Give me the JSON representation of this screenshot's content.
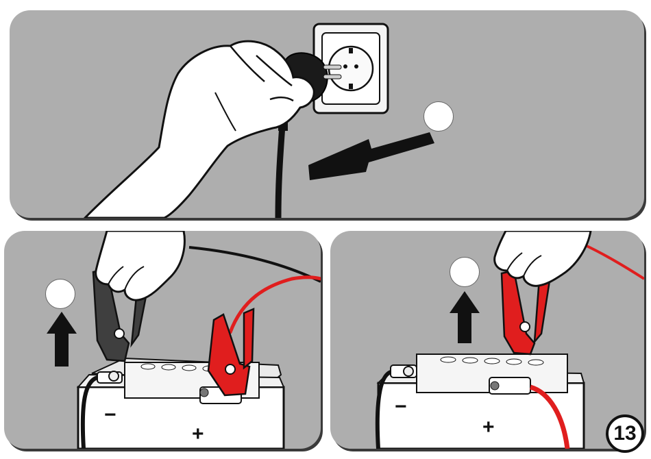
{
  "figure": {
    "step_number": "13",
    "colors": {
      "panel_background": "#aeaeae",
      "red_clamp": "#e01e1e",
      "black_clamp": "#3f3f3f",
      "skin": "#ffffff",
      "outline": "#111111"
    },
    "panels": [
      {
        "id": "unplug",
        "step_marker": "",
        "action": "pull-plug-arrow"
      },
      {
        "id": "remove-black-clamp",
        "step_marker": "",
        "action": "up-arrow"
      },
      {
        "id": "remove-red-clamp",
        "step_marker": "",
        "action": "up-arrow"
      }
    ],
    "battery_symbols": {
      "negative": "−",
      "positive": "+"
    }
  }
}
